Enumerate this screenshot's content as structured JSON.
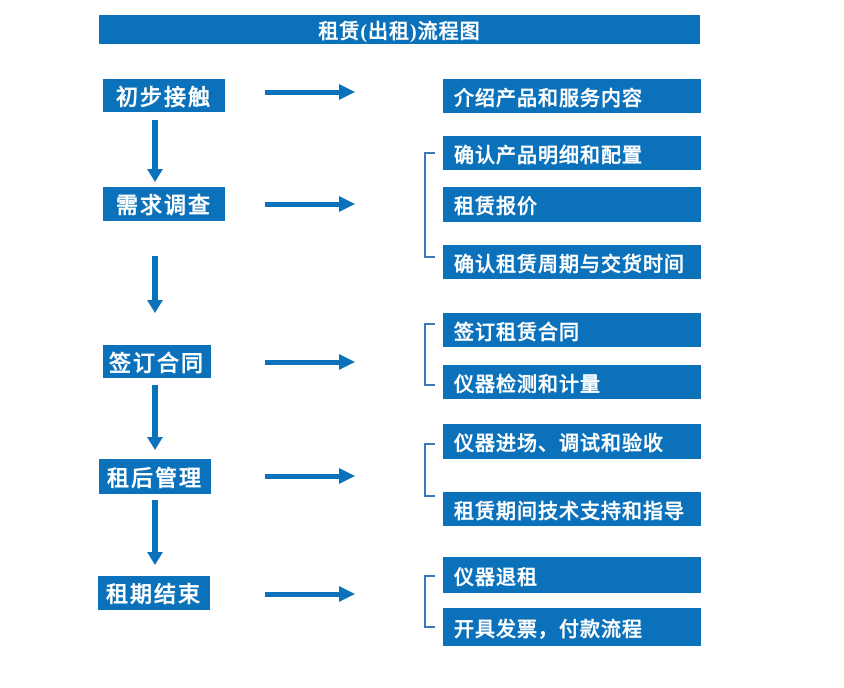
{
  "title": "租赁(出租)流程图",
  "colors": {
    "primary_blue": "#0a71ba",
    "bracket_blue": "#3e78b9",
    "text_on_blue": "#ffffff",
    "background": "#ffffff"
  },
  "steps": [
    {
      "label": "初步接触",
      "outputs": [
        "介绍产品和服务内容"
      ]
    },
    {
      "label": "需求调查",
      "outputs": [
        "确认产品明细和配置",
        "租赁报价",
        "确认租赁周期与交货时间"
      ]
    },
    {
      "label": "签订合同",
      "outputs": [
        "签订租赁合同",
        "仪器检测和计量"
      ]
    },
    {
      "label": "租后管理",
      "outputs": [
        "仪器进场、调试和验收",
        "租赁期间技术支持和指导"
      ]
    },
    {
      "label": "租期结束",
      "outputs": [
        "仪器退租",
        "开具发票，付款流程"
      ]
    }
  ]
}
